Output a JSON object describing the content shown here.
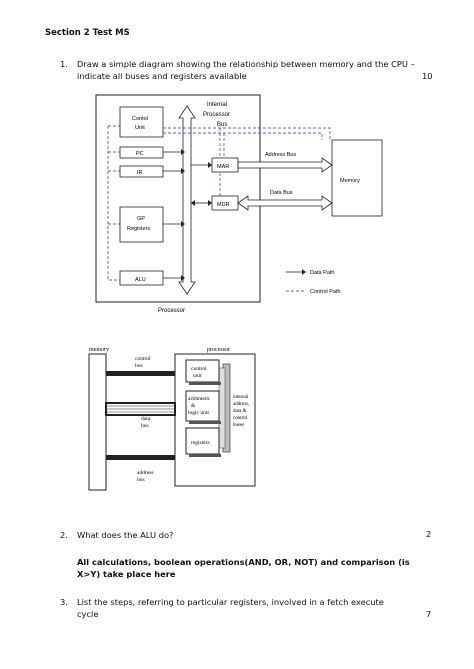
{
  "document": {
    "title": "Section 2 Test MS",
    "questions": [
      {
        "number": "1.",
        "text_line1": "Draw a simple diagram showing the relationship between memory and the CPU –",
        "text_line2": "indicate all buses and registers available",
        "marks": "10"
      },
      {
        "number": "2.",
        "text": "What does the ALU do?",
        "marks": "2",
        "answer_line1": "All calculations, boolean operations(AND, OR, NOT) and comparison (is",
        "answer_line2": "X>Y) take place here"
      },
      {
        "number": "3.",
        "text_line1": "List the steps, referring to particular registers, involved in a fetch execute",
        "text_line2": "cycle",
        "marks": "7"
      }
    ]
  },
  "diagram1": {
    "internal_bus_line1": "Internal",
    "internal_bus_line2": "Processor",
    "internal_bus_line3": "Bus",
    "control_unit_line1": "Contol",
    "control_unit_line2": "Unit",
    "pc": "PC",
    "ir": "IR",
    "gp_line1": "GP",
    "gp_line2": "Registers",
    "alu": "ALU",
    "mar": "MAR",
    "mdr": "MDR",
    "address_bus": "Address Bus",
    "data_bus": "Data Bus",
    "memory": "Memory",
    "legend_data": "Data Path",
    "legend_control": "Control Path",
    "processor": "Processor"
  },
  "diagram2": {
    "memory": "memory",
    "processor": "processor",
    "control_bus_line1": "control",
    "control_bus_line2": "bus",
    "data_bus_line1": "data",
    "data_bus_line2": "bus",
    "address_bus_line1": "address",
    "address_bus_line2": "bus",
    "control_unit_line1": "control",
    "control_unit_line2": "unit",
    "alu_line1": "arithmetic",
    "alu_line2": "&",
    "alu_line3": "logic unit",
    "registers": "registers",
    "internal_line1": "internal",
    "internal_line2": "address,",
    "internal_line3": "data &",
    "internal_line4": "control",
    "internal_line5": "buses"
  }
}
